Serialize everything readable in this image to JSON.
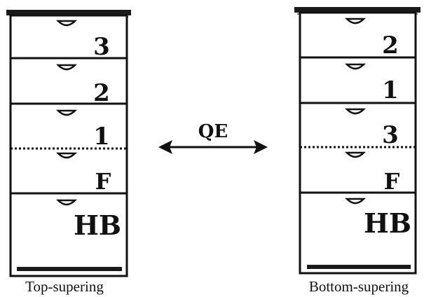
{
  "left_hive": {
    "caption": "Top-supering",
    "boxes": [
      {
        "label": "3"
      },
      {
        "label": "2"
      },
      {
        "label": "1"
      },
      {
        "label": "F"
      },
      {
        "label": "HB"
      }
    ]
  },
  "right_hive": {
    "caption": "Bottom-supering",
    "boxes": [
      {
        "label": "2"
      },
      {
        "label": "1"
      },
      {
        "label": "3"
      },
      {
        "label": "F"
      },
      {
        "label": "HB"
      }
    ]
  },
  "arrow": {
    "label": "QE",
    "direction": "bidirectional"
  },
  "colors": {
    "ink": "#111111",
    "box_fill": "#ffffff",
    "background": "#ffffff"
  }
}
